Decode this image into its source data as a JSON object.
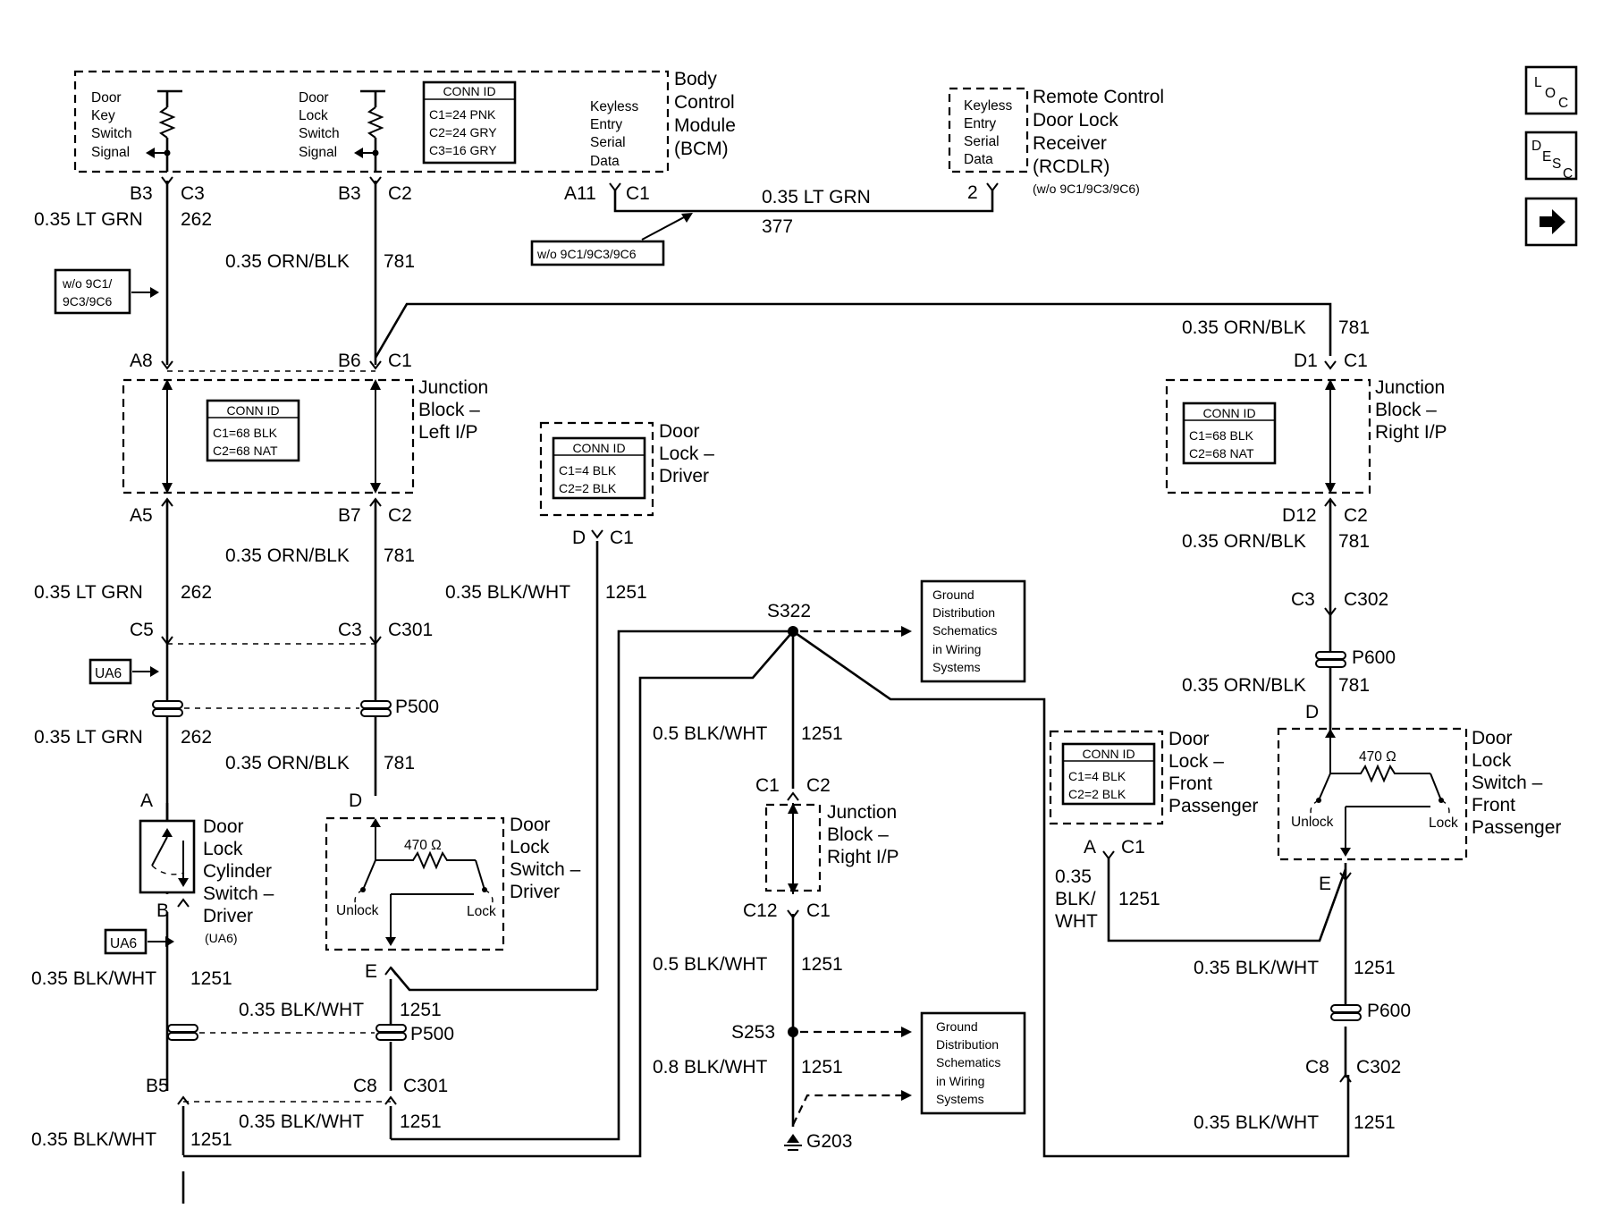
{
  "nav": {
    "loc": "LOC",
    "desc": "DESC"
  },
  "bcm": {
    "title_lines": [
      "Body",
      "Control",
      "Module",
      "(BCM)"
    ],
    "door_key_switch": [
      "Door",
      "Key",
      "Switch",
      "Signal"
    ],
    "door_lock_switch": [
      "Door",
      "Lock",
      "Switch",
      "Signal"
    ],
    "keyless": [
      "Keyless",
      "Entry",
      "Serial",
      "Data"
    ],
    "conn": [
      "CONN ID",
      "C1=24 PNK",
      "C2=24 GRY",
      "C3=16 GRY"
    ]
  },
  "rcdlr": {
    "title_lines": [
      "Remote Control",
      "Door Lock",
      "Receiver",
      "(RCDLR)"
    ],
    "note": "(w/o 9C1/9C3/9C6)",
    "keyless": [
      "Keyless",
      "Entry",
      "Serial",
      "Data"
    ],
    "pin": "2"
  },
  "options": {
    "wo_box": [
      "w/o 9C1/",
      "9C3/9C6"
    ],
    "wo_inline": "w/o 9C1/9C3/9C6",
    "ua6": "UA6"
  },
  "jb_left": {
    "title_lines": [
      "Junction",
      "Block –",
      "Left I/P"
    ],
    "conn": [
      "CONN ID",
      "C1=68 BLK",
      "C2=68 NAT"
    ]
  },
  "jb_right": {
    "title_lines": [
      "Junction",
      "Block –",
      "Right I/P"
    ],
    "conn": [
      "CONN ID",
      "C1=68 BLK",
      "C2=68 NAT"
    ]
  },
  "jb_right_mid": {
    "title_lines": [
      "Junction",
      "Block –",
      "Right I/P"
    ]
  },
  "dl_driver": {
    "title_lines": [
      "Door",
      "Lock –",
      "Driver"
    ],
    "conn": [
      "CONN ID",
      "C1=4 BLK",
      "C2=2 BLK"
    ]
  },
  "dl_front_pass": {
    "title_lines": [
      "Door",
      "Lock –",
      "Front",
      "Passenger"
    ],
    "conn": [
      "CONN ID",
      "C1=4 BLK",
      "C2=2 BLK"
    ]
  },
  "cyl_switch": {
    "title_lines": [
      "Door",
      "Lock",
      "Cylinder",
      "Switch –",
      "Driver"
    ],
    "note": "(UA6)"
  },
  "sw_driver": {
    "title_lines": [
      "Door",
      "Lock",
      "Switch –",
      "Driver"
    ],
    "ohm": "470 Ω",
    "unlock": "Unlock",
    "lock": "Lock"
  },
  "sw_pass": {
    "title_lines": [
      "Door",
      "Lock",
      "Switch –",
      "Front",
      "Passenger"
    ],
    "ohm": "470 Ω",
    "unlock": "Unlock",
    "lock": "Lock"
  },
  "ground_ref": [
    "Ground",
    "Distribution",
    "Schematics",
    "in Wiring",
    "Systems"
  ],
  "splices": {
    "s322": "S322",
    "s253": "S253",
    "g203": "G203",
    "p500": "P500",
    "p600": "P600"
  },
  "labels": [
    {
      "t": "B3"
    },
    {
      "t": "C3"
    },
    {
      "t": "0.35 LT GRN"
    },
    {
      "t": "262"
    },
    {
      "t": "B3"
    },
    {
      "t": "C2"
    },
    {
      "t": "0.35 ORN/BLK"
    },
    {
      "t": "781"
    },
    {
      "t": "A11"
    },
    {
      "t": "C1"
    },
    {
      "t": "0.35 LT GRN"
    },
    {
      "t": "377"
    },
    {
      "t": "0.35 ORN/BLK"
    },
    {
      "t": "781"
    },
    {
      "t": "D1"
    },
    {
      "t": "C1"
    },
    {
      "t": "A8"
    },
    {
      "t": "B6"
    },
    {
      "t": "C1"
    },
    {
      "t": "A5"
    },
    {
      "t": "B7"
    },
    {
      "t": "C2"
    },
    {
      "t": "D12"
    },
    {
      "t": "C2"
    },
    {
      "t": "0.35 ORN/BLK"
    },
    {
      "t": "781"
    },
    {
      "t": "0.35 ORN/BLK"
    },
    {
      "t": "781"
    },
    {
      "t": "D"
    },
    {
      "t": "C1"
    },
    {
      "t": "0.35 LT GRN"
    },
    {
      "t": "262"
    },
    {
      "t": "0.35 BLK/WHT"
    },
    {
      "t": "1251"
    },
    {
      "t": "C3"
    },
    {
      "t": "C302"
    },
    {
      "t": "C5"
    },
    {
      "t": "C3"
    },
    {
      "t": "C301"
    },
    {
      "t": "0.35 ORN/BLK"
    },
    {
      "t": "781"
    },
    {
      "t": "0.35 LT GRN"
    },
    {
      "t": "262"
    },
    {
      "t": "D"
    },
    {
      "t": "0.5 BLK/WHT"
    },
    {
      "t": "1251"
    },
    {
      "t": "0.35 ORN/BLK"
    },
    {
      "t": "781"
    },
    {
      "t": "A"
    },
    {
      "t": "D"
    },
    {
      "t": "C1"
    },
    {
      "t": "C2"
    },
    {
      "t": "A"
    },
    {
      "t": "C1"
    },
    {
      "t": "0.35"
    },
    {
      "t": "BLK/"
    },
    {
      "t": "WHT"
    },
    {
      "t": "1251"
    },
    {
      "t": "B"
    },
    {
      "t": "E"
    },
    {
      "t": "C12"
    },
    {
      "t": "C1"
    },
    {
      "t": "0.5 BLK/WHT"
    },
    {
      "t": "1251"
    },
    {
      "t": "0.35 BLK/WHT"
    },
    {
      "t": "1251"
    },
    {
      "t": "0.35 BLK/WHT"
    },
    {
      "t": "1251"
    },
    {
      "t": "0.35 BLK/WHT"
    },
    {
      "t": "1251"
    },
    {
      "t": "B5"
    },
    {
      "t": "C8"
    },
    {
      "t": "C301"
    },
    {
      "t": "0.8 BLK/WHT"
    },
    {
      "t": "1251"
    },
    {
      "t": "C8"
    },
    {
      "t": "C302"
    },
    {
      "t": "0.35 BLK/WHT"
    },
    {
      "t": "1251"
    },
    {
      "t": "0.35 BLK/WHT"
    },
    {
      "t": "1251"
    },
    {
      "t": "0.35 BLK/WHT"
    },
    {
      "t": "1251"
    },
    {
      "t": "E"
    }
  ]
}
